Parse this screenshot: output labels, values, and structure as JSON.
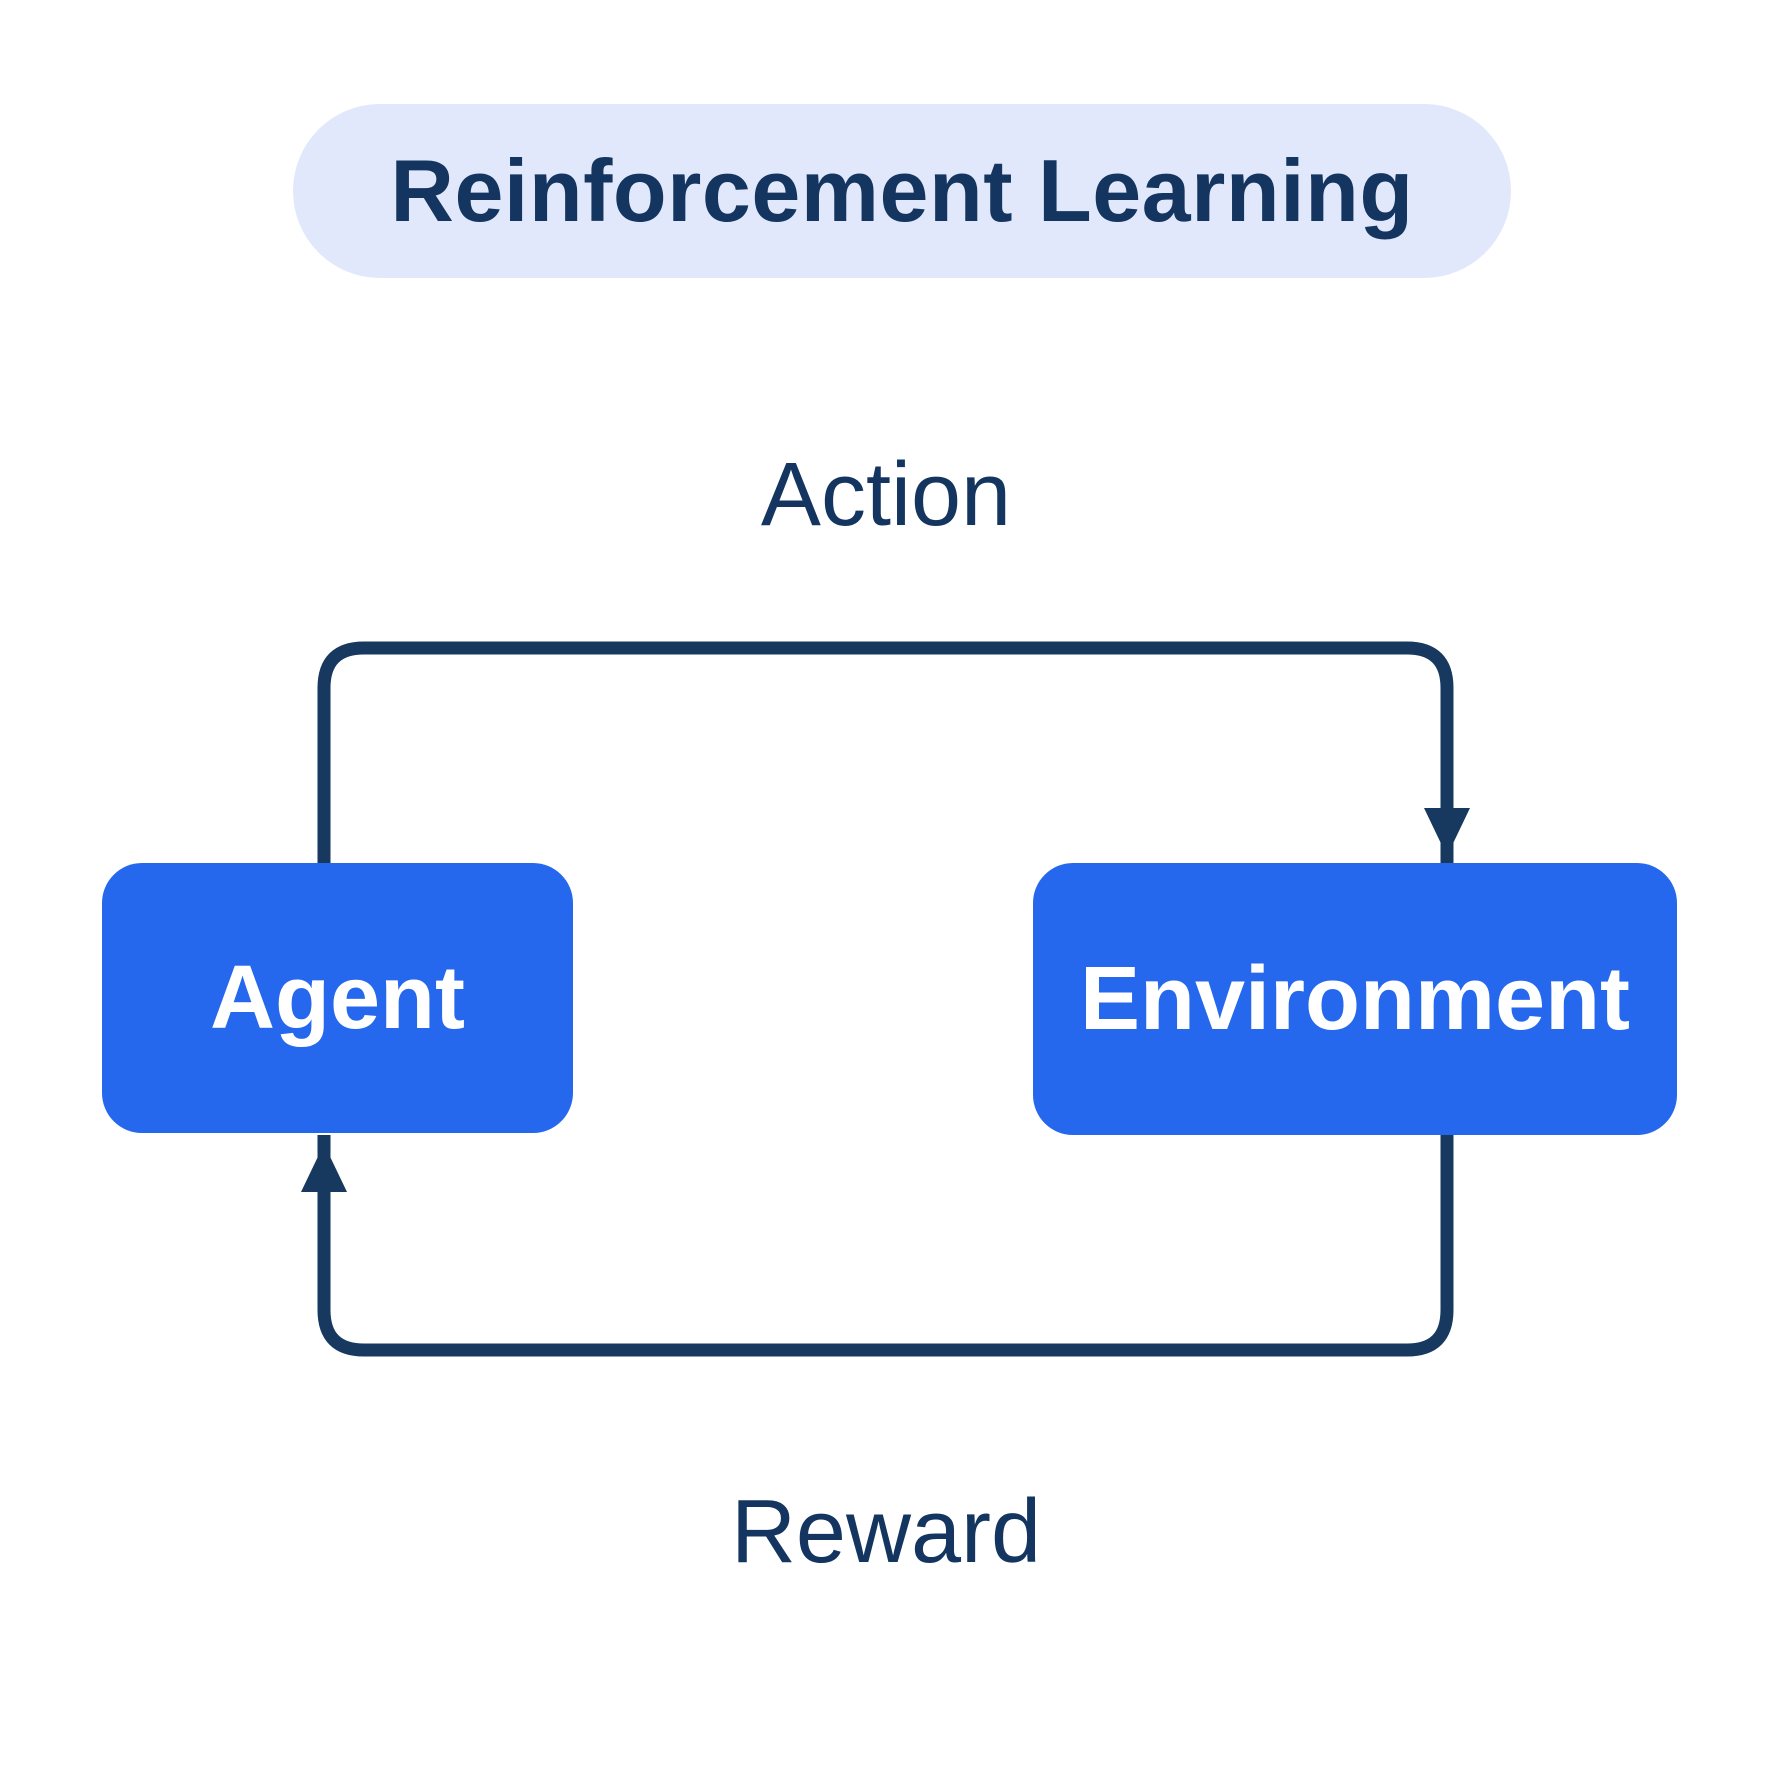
{
  "diagram": {
    "title": "Reinforcement Learning",
    "nodes": [
      {
        "id": "agent",
        "label": "Agent"
      },
      {
        "id": "environment",
        "label": "Environment"
      }
    ],
    "edges": [
      {
        "id": "action",
        "label": "Action",
        "from": "agent",
        "to": "environment",
        "path": "top-loop",
        "arrow_direction": "down-into-environment"
      },
      {
        "id": "reward",
        "label": "Reward",
        "from": "environment",
        "to": "agent",
        "path": "bottom-loop",
        "arrow_direction": "up-into-agent"
      }
    ],
    "colors": {
      "background": "#FFFFFF",
      "node_fill": "#2568EE",
      "node_text": "#FFFFFF",
      "arrow": "#17395F",
      "label_text": "#14355F",
      "title_pill_fill": "#E2E8FB"
    }
  }
}
